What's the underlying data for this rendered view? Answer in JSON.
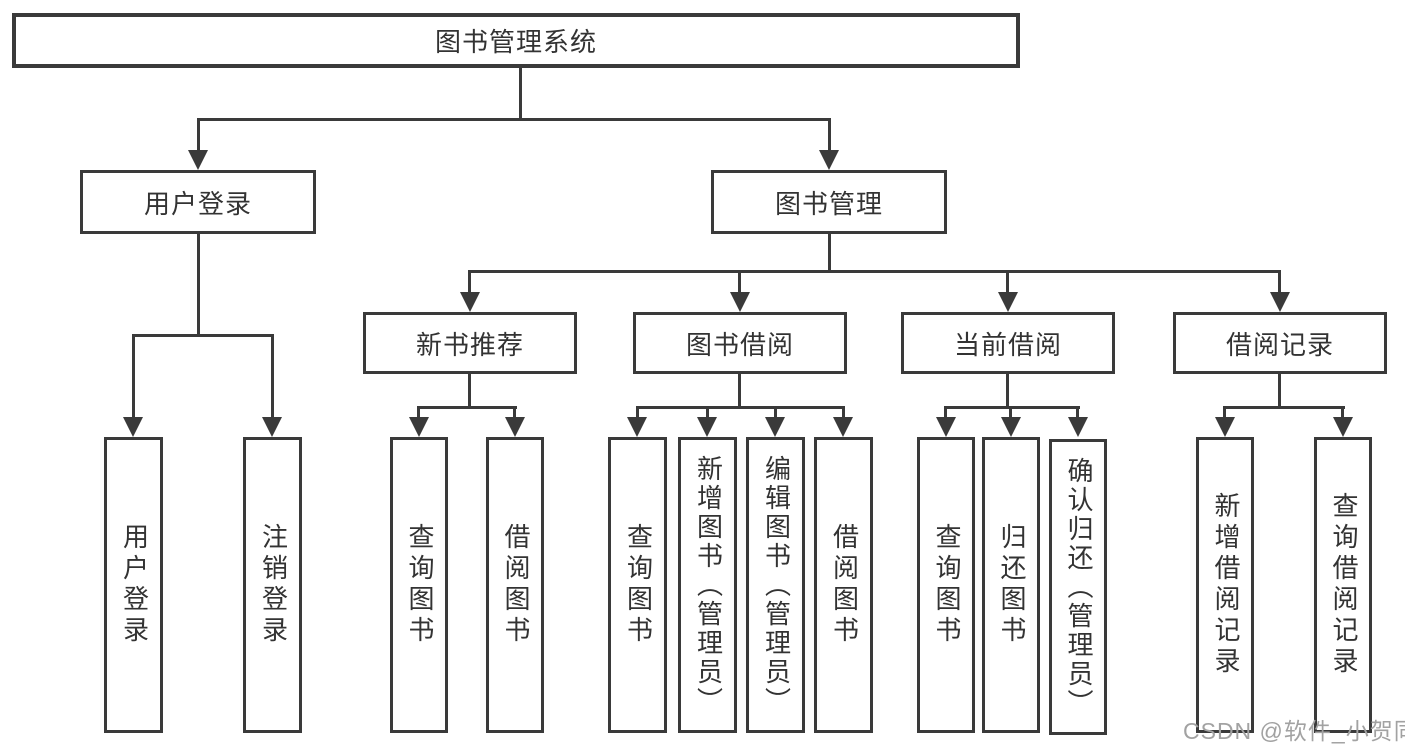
{
  "colors": {
    "line": "#3a3a3a",
    "text": "#333333",
    "background": "#ffffff",
    "watermark": "#a2a2a2"
  },
  "diagram": {
    "root": {
      "label": "图书管理系统"
    },
    "branches": [
      {
        "label": "用户登录",
        "children": [
          {
            "label": "用户登录"
          },
          {
            "label": "注销登录"
          }
        ]
      },
      {
        "label": "图书管理",
        "groups": [
          {
            "label": "新书推荐",
            "children": [
              {
                "label": "查询图书"
              },
              {
                "label": "借阅图书"
              }
            ]
          },
          {
            "label": "图书借阅",
            "children": [
              {
                "label": "查询图书"
              },
              {
                "label": "新增图书（管理员）"
              },
              {
                "label": "编辑图书（管理员）"
              },
              {
                "label": "借阅图书"
              }
            ]
          },
          {
            "label": "当前借阅",
            "children": [
              {
                "label": "查询图书"
              },
              {
                "label": "归还图书"
              },
              {
                "label": "确认归还（管理员）"
              }
            ]
          },
          {
            "label": "借阅记录",
            "children": [
              {
                "label": "新增借阅记录"
              },
              {
                "label": "查询借阅记录"
              }
            ]
          }
        ]
      }
    ]
  },
  "watermark": {
    "text": "CSDN @软件_小贺同学"
  }
}
